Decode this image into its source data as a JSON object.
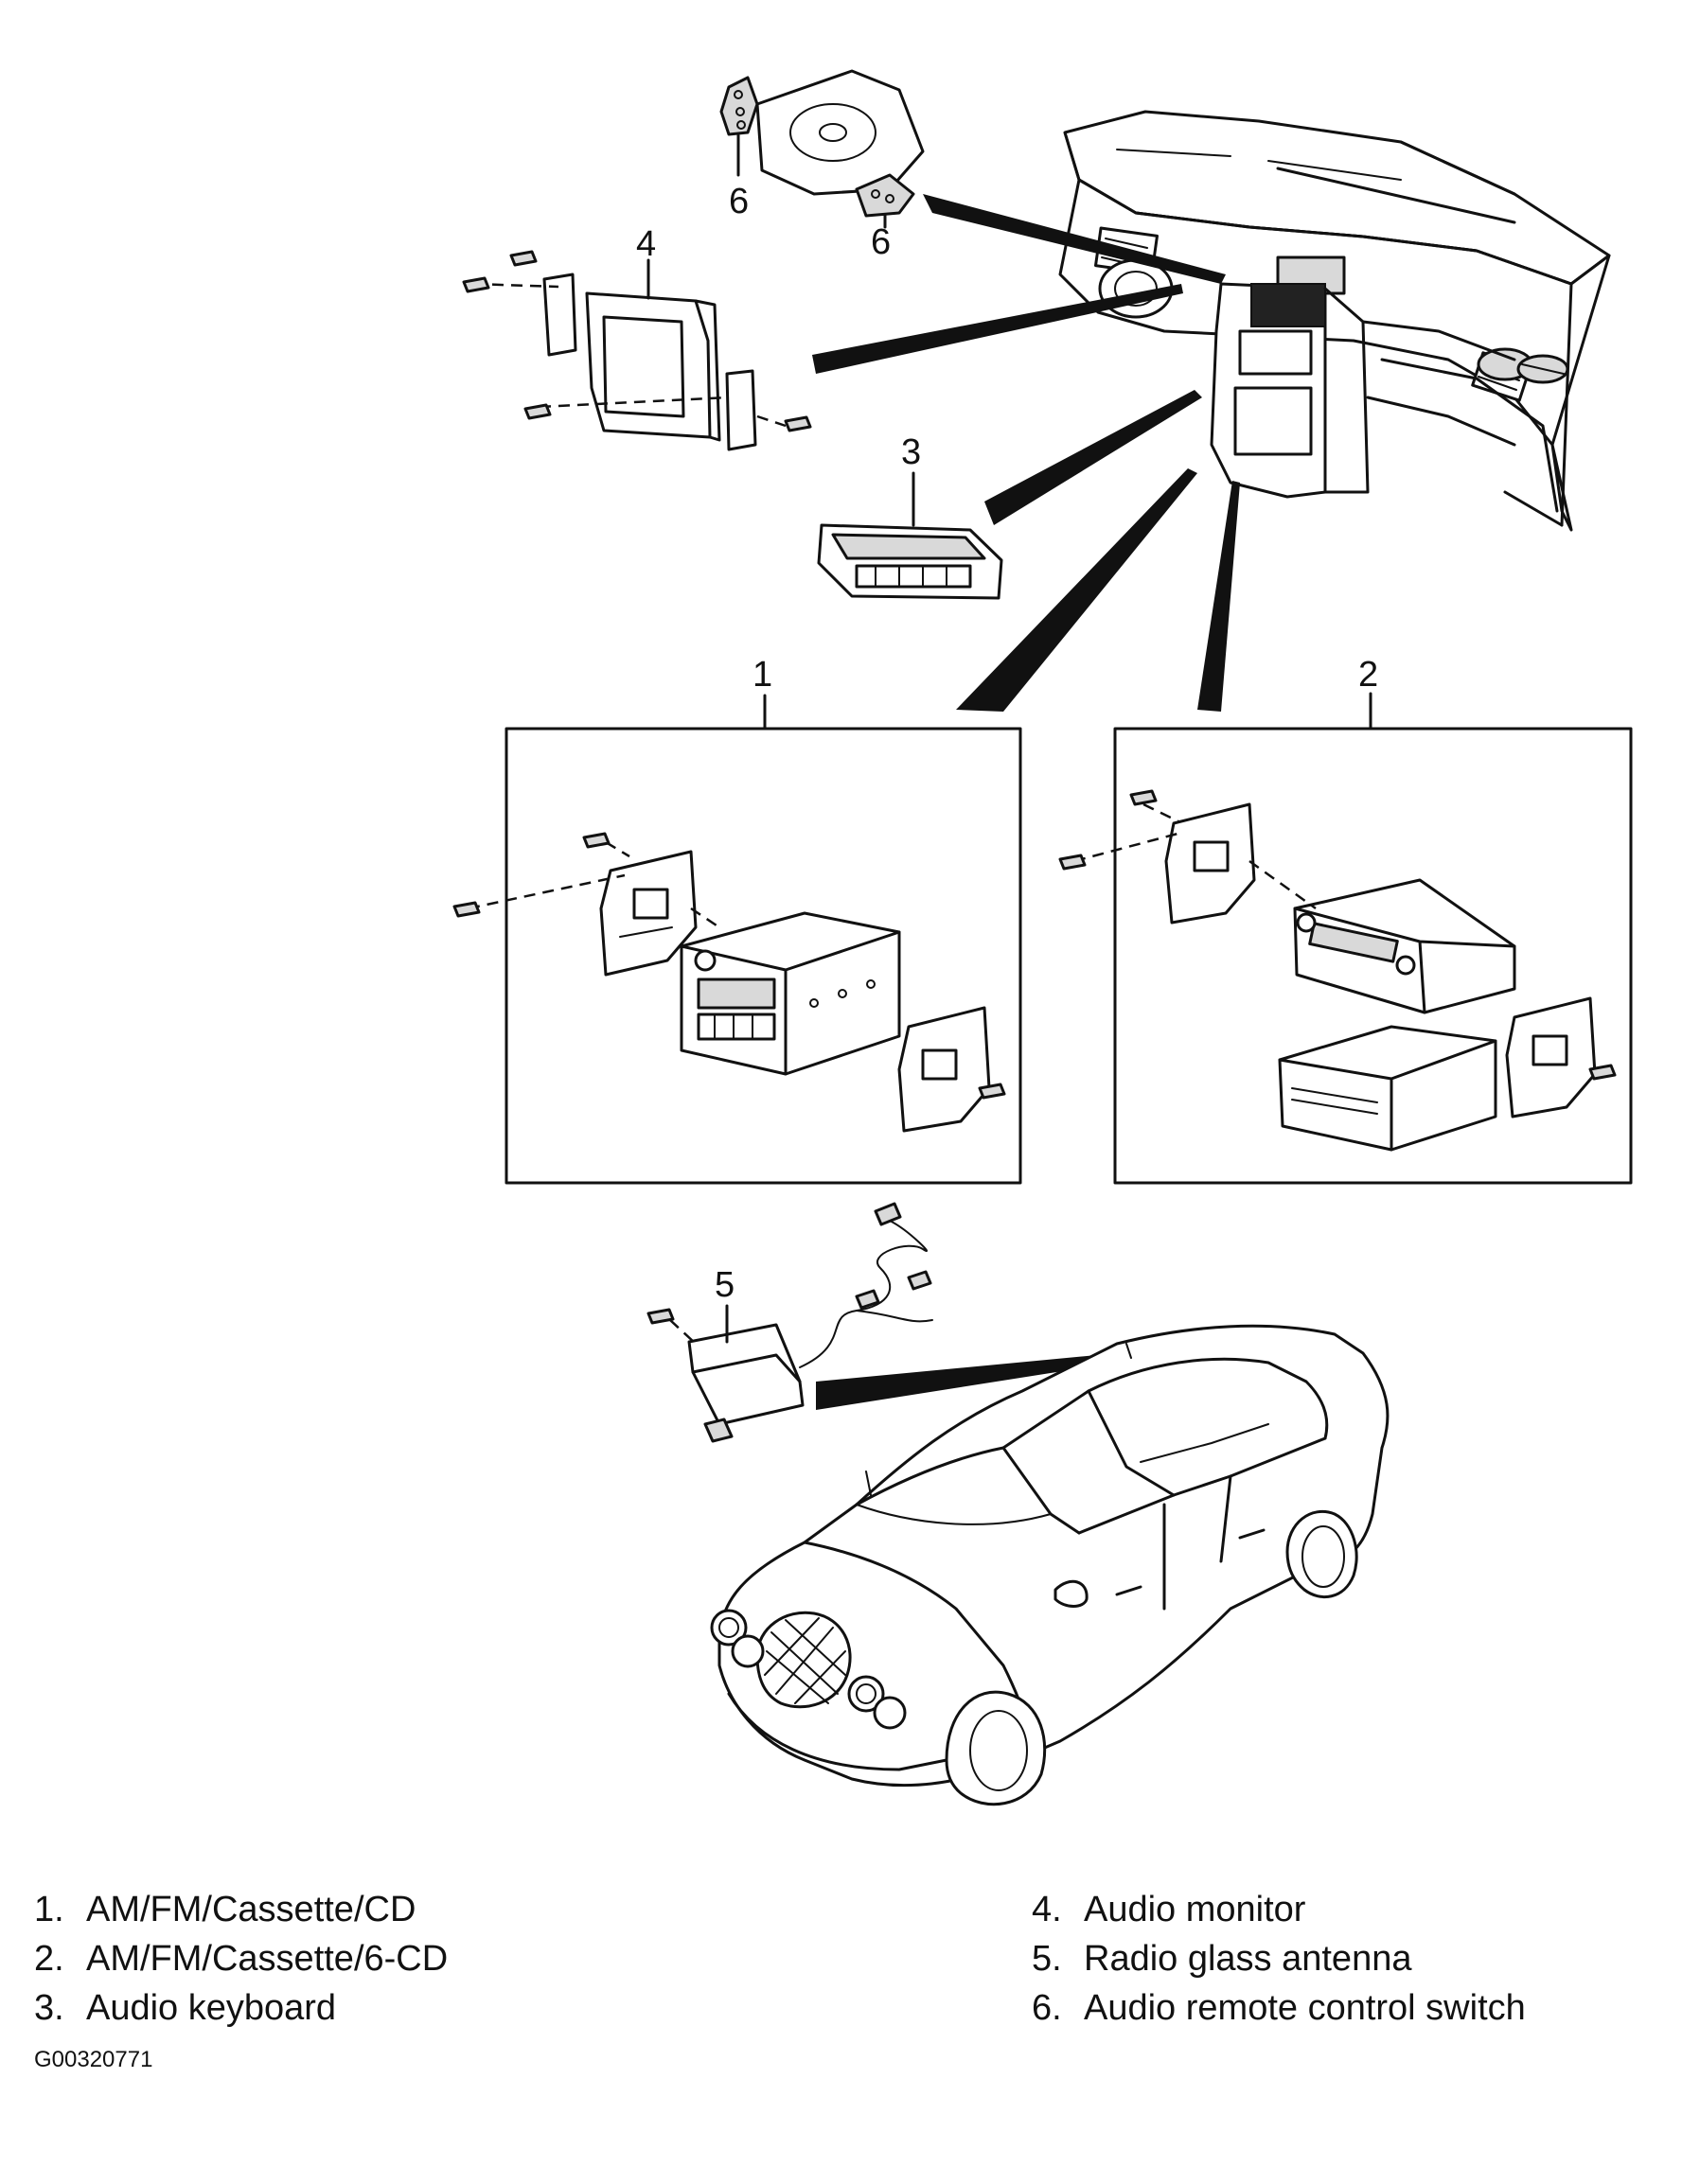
{
  "callouts": {
    "c1": "1",
    "c2": "2",
    "c3": "3",
    "c4": "4",
    "c5": "5",
    "c6a": "6",
    "c6b": "6"
  },
  "legend": {
    "left": [
      {
        "num": "1.",
        "label": "AM/FM/Cassette/CD"
      },
      {
        "num": "2.",
        "label": "AM/FM/Cassette/6-CD"
      },
      {
        "num": "3.",
        "label": "Audio keyboard"
      }
    ],
    "right": [
      {
        "num": "4.",
        "label": "Audio monitor"
      },
      {
        "num": "5.",
        "label": "Radio glass antenna"
      },
      {
        "num": "6.",
        "label": "Audio remote control switch"
      }
    ]
  },
  "figure_code": "G00320771"
}
